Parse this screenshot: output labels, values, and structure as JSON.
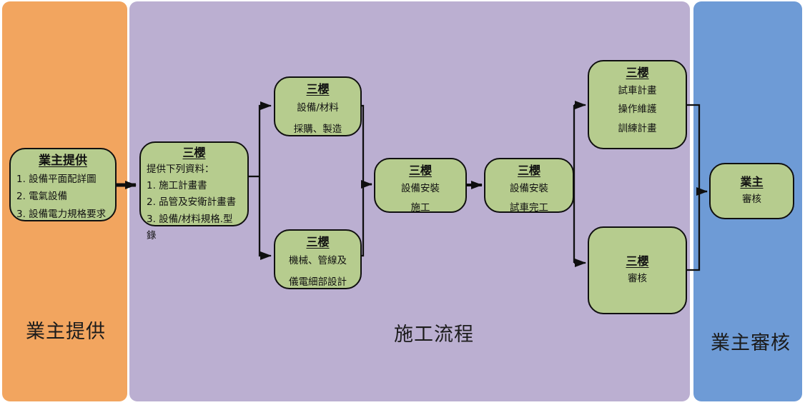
{
  "diagram": {
    "type": "swimlane-flowchart",
    "colors": {
      "lane_provide": "#F2A55F",
      "lane_process": "#BBAFD1",
      "lane_review": "#6E9BD6",
      "node_fill": "#B6CC8E",
      "node_border": "#101010",
      "connector": "#0f0f0f"
    },
    "lanes": [
      {
        "id": "owner-provide",
        "label": "業主提供"
      },
      {
        "id": "construction-process",
        "label": "施工流程"
      },
      {
        "id": "owner-review",
        "label": "業主審核"
      }
    ],
    "nodes": [
      {
        "id": "owner-provide-info",
        "title": "業主提供",
        "lines": [
          "1. 設備平面配詳圖",
          "2. 電氣設備",
          "3. 設備電力規格要求"
        ]
      },
      {
        "id": "sanying-provide-docs",
        "title": "三櫻",
        "lines": [
          "提供下列資料：",
          "1. 施工計畫書",
          "2. 品管及安衛計畫書",
          "3. 設備/材料規格.型錄"
        ]
      },
      {
        "id": "sanying-procurement",
        "title": "三櫻",
        "lines": [
          "設備/材料",
          "採購、製造"
        ]
      },
      {
        "id": "sanying-detail-design",
        "title": "三櫻",
        "lines": [
          "機械、管線及",
          "儀電細部設計"
        ]
      },
      {
        "id": "sanying-installation",
        "title": "三櫻",
        "lines": [
          "設備安裝",
          "施工"
        ]
      },
      {
        "id": "sanying-test-completion",
        "title": "三櫻",
        "lines": [
          "設備安裝",
          "試車完工"
        ]
      },
      {
        "id": "sanying-test-plan",
        "title": "三櫻",
        "lines": [
          "試車計畫",
          "操作維護",
          "訓練計畫"
        ]
      },
      {
        "id": "sanying-review",
        "title": "三櫻",
        "lines": [
          "審核"
        ]
      },
      {
        "id": "owner-review-node",
        "title": "業主",
        "lines": [
          "審核"
        ]
      }
    ]
  }
}
